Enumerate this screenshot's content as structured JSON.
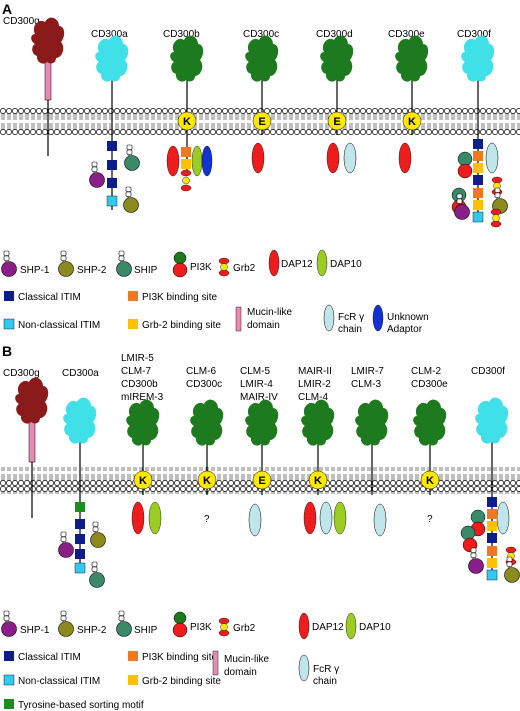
{
  "panel_a": {
    "letter": "A",
    "receptors": [
      "CD300g",
      "CD300a",
      "CD300b",
      "CD300c",
      "CD300d",
      "CD300e",
      "CD300f"
    ],
    "adaptor_letters": {
      "b": "K",
      "c": "E",
      "d": "E",
      "e": "K"
    },
    "legend": {
      "shp1": "SHP-1",
      "shp2": "SHP-2",
      "ship": "SHIP",
      "pi3k": "PI3K",
      "grb2": "Grb2",
      "dap12": "DAP12",
      "dap10": "DAP10",
      "classical": "Classical ITIM",
      "pi3k_site": "PI3K binding site",
      "mucin1": "Mucin-like",
      "mucin2": "domain",
      "nonclassical": "Non-classical ITIM",
      "grb2_site": "Grb-2 binding site",
      "fcr1": "FcR γ",
      "fcr2": "chain",
      "unk1": "Unknown",
      "unk2": "Adaptor"
    }
  },
  "panel_b": {
    "letter": "B",
    "receptors": {
      "g": "CD300g",
      "a": "CD300a",
      "l3": [
        "LMIR-5",
        "CLM-7",
        "CD300b",
        "mIREM-3"
      ],
      "l4": [
        "CLM-6",
        "CD300c"
      ],
      "l5": [
        "CLM-5",
        "LMIR-4",
        "MAIR-IV"
      ],
      "l6": [
        "MAIR-II",
        "LMIR-2",
        "CLM-4"
      ],
      "l7": [
        "LMIR-7",
        "CLM-3"
      ],
      "l8": [
        "CLM-2",
        "CD300e"
      ],
      "f": "CD300f"
    },
    "adaptor_letters": {
      "l3": "K",
      "l4": "K",
      "l5": "E",
      "l6": "K",
      "l8": "K"
    },
    "unknown_mark": "?",
    "legend": {
      "shp1": "SHP-1",
      "shp2": "SHP-2",
      "ship": "SHIP",
      "pi3k": "PI3K",
      "grb2": "Grb2",
      "dap12": "DAP12",
      "dap10": "DAP10",
      "classical": "Classical ITIM",
      "pi3k_site": "PI3K binding site",
      "mucin1": "Mucin-like",
      "mucin2": "domain",
      "nonclassical": "Non-classical ITIM",
      "grb2_site": "Grb-2 binding site",
      "fcr1": "FcR γ",
      "fcr2": "chain",
      "sorting": "Tyrosine-based sorting motif"
    }
  },
  "colors": {
    "darkred": "#8b1a1a",
    "cyan": "#3fe0e8",
    "green": "#1e7a1e",
    "yellow": "#ffe800",
    "classical": "#0d1e8c",
    "nonclassical": "#33c8f0",
    "pi3k_site": "#f07820",
    "grb2_site": "#ffc000",
    "shp1": "#8a1f8a",
    "shp2": "#8a8a1e",
    "ship": "#3a8a6a",
    "red": "#ee1c1c",
    "dap10": "#9acc22",
    "fcr": "#c0e6ec",
    "unknown": "#1432d4",
    "mucin": "#e88ab4",
    "sorting": "#1e8c1e"
  }
}
